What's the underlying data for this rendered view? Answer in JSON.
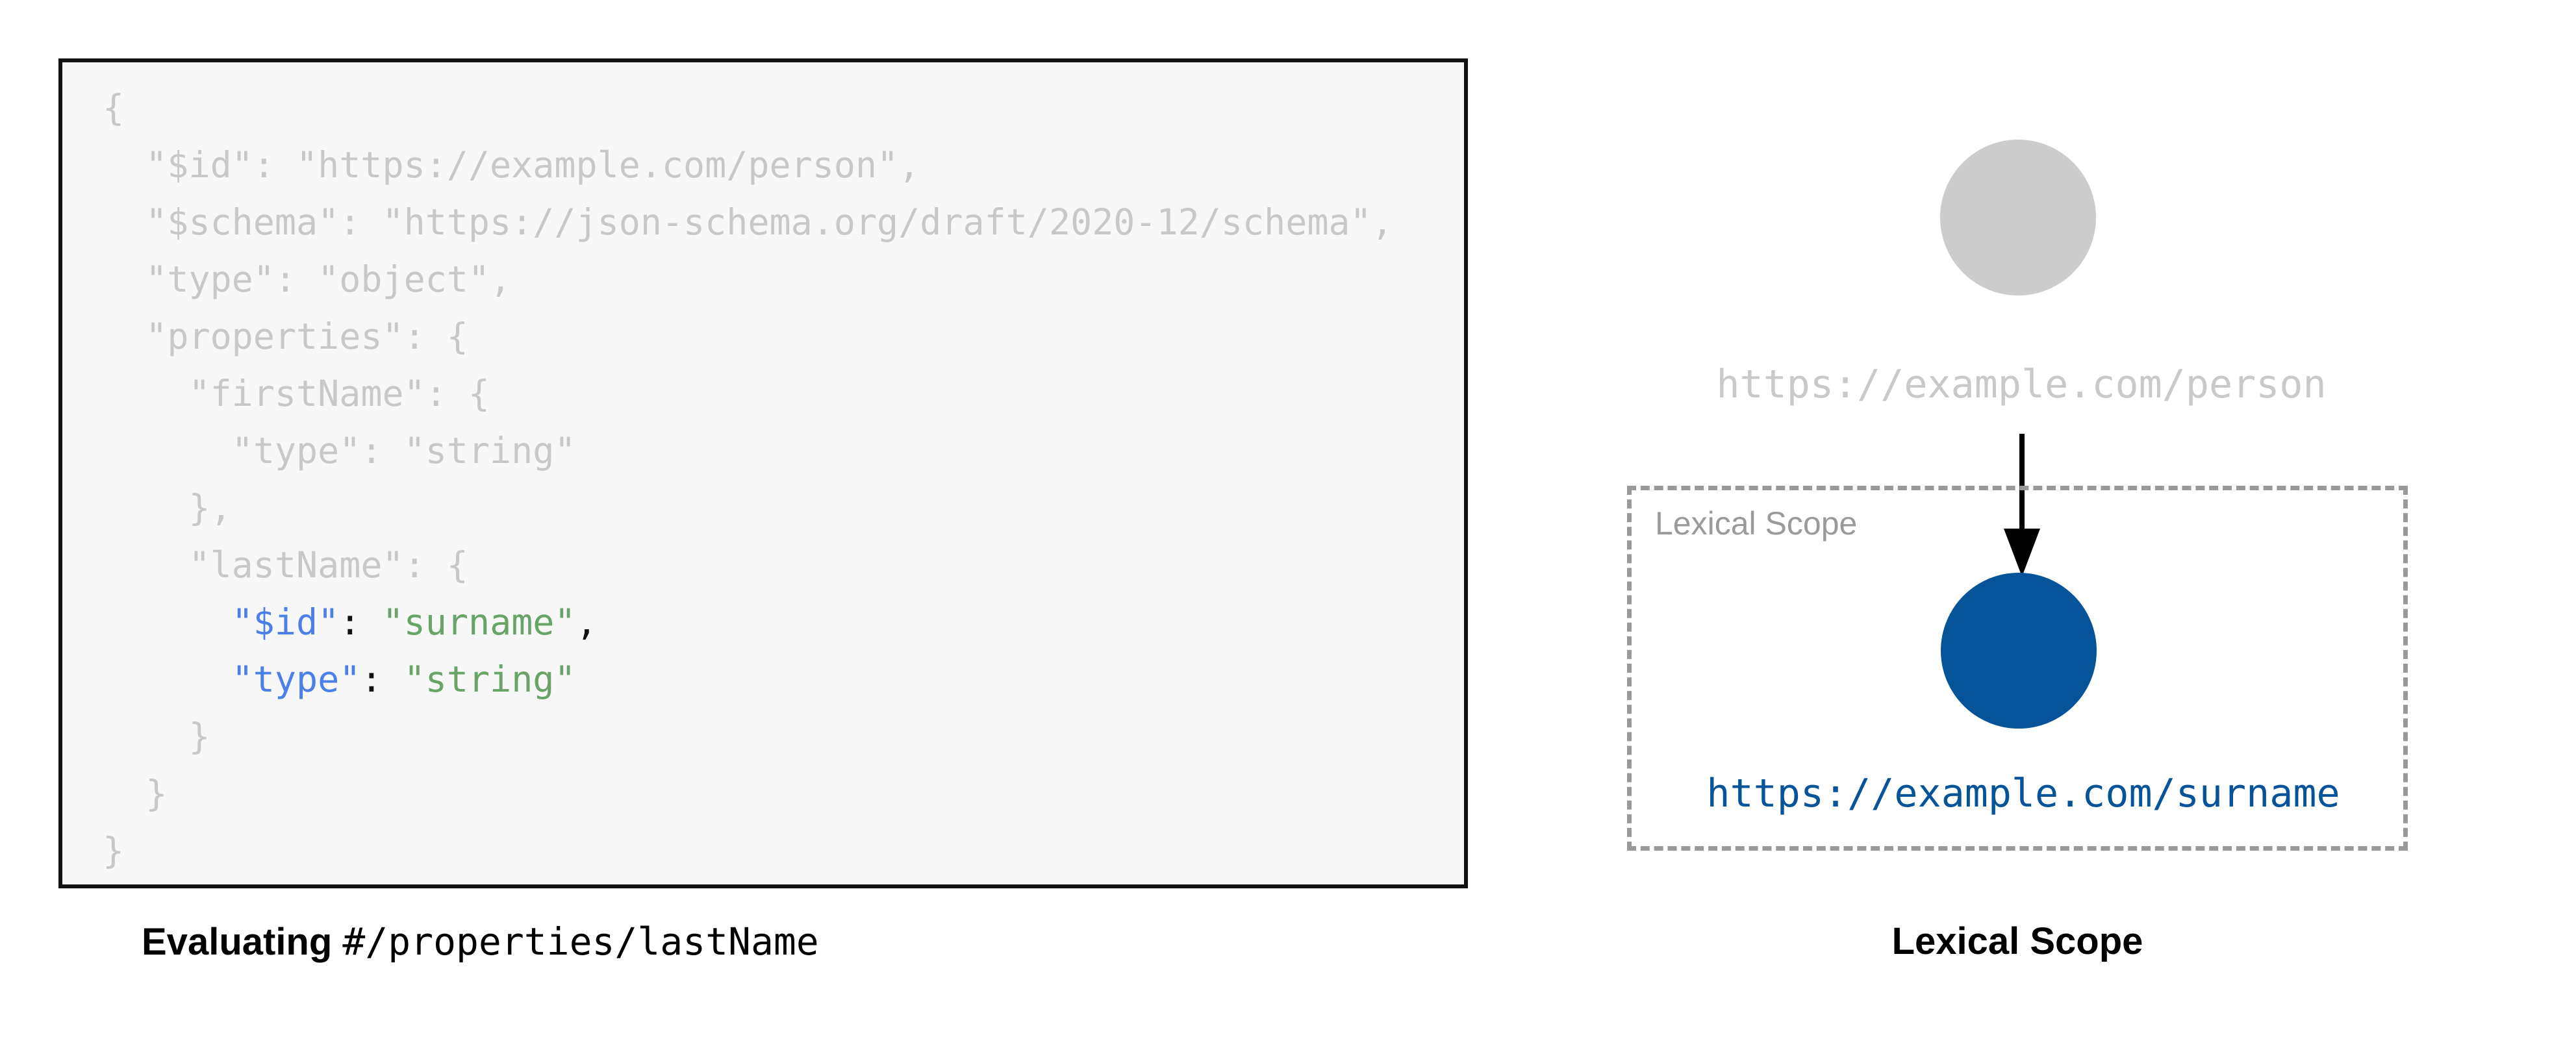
{
  "colors": {
    "code_bg": "#f7f7f7",
    "code_border": "#111111",
    "code_dim": "#c8c8c8",
    "key_blue": "#4b80e8",
    "string_green": "#68a468",
    "punct_black": "#111111",
    "node_gray": "#cccccc",
    "gray_label": "#c9c9c9",
    "scope_blue": "#05549a",
    "dashed_border": "#999999",
    "scope_label_gray": "#9a9a9a",
    "arrow_black": "#000000",
    "caption_black": "#000000"
  },
  "code_panel": {
    "lines": [
      [
        {
          "t": "{",
          "c": "dim"
        }
      ],
      [
        {
          "t": "  \"$id\": \"https://example.com/person\",",
          "c": "dim"
        }
      ],
      [
        {
          "t": "  \"$schema\": \"https://json-schema.org/draft/2020-12/schema\",",
          "c": "dim"
        }
      ],
      [
        {
          "t": "  \"type\": \"object\",",
          "c": "dim"
        }
      ],
      [
        {
          "t": "  \"properties\": {",
          "c": "dim"
        }
      ],
      [
        {
          "t": "    \"firstName\": {",
          "c": "dim"
        }
      ],
      [
        {
          "t": "      \"type\": \"string\"",
          "c": "dim"
        }
      ],
      [
        {
          "t": "    },",
          "c": "dim"
        }
      ],
      [
        {
          "t": "    \"lastName\": {",
          "c": "dim"
        }
      ],
      [
        {
          "t": "      ",
          "c": "dim"
        },
        {
          "t": "\"$id\"",
          "c": "key"
        },
        {
          "t": ":",
          "c": "punct"
        },
        {
          "t": " ",
          "c": "dim"
        },
        {
          "t": "\"surname\"",
          "c": "str"
        },
        {
          "t": ",",
          "c": "punct"
        }
      ],
      [
        {
          "t": "      ",
          "c": "dim"
        },
        {
          "t": "\"type\"",
          "c": "key"
        },
        {
          "t": ":",
          "c": "punct"
        },
        {
          "t": " ",
          "c": "dim"
        },
        {
          "t": "\"string\"",
          "c": "str"
        }
      ],
      [
        {
          "t": "    }",
          "c": "dim"
        }
      ],
      [
        {
          "t": "  }",
          "c": "dim"
        }
      ],
      [
        {
          "t": "}",
          "c": "dim"
        }
      ]
    ]
  },
  "left_caption": {
    "prefix": "Evaluating ",
    "pointer": "#/properties/lastName"
  },
  "diagram": {
    "outer_node_label": "https://example.com/person",
    "scope_box_label": "Lexical Scope",
    "inner_node_label": "https://example.com/surname",
    "caption": "Lexical Scope"
  }
}
